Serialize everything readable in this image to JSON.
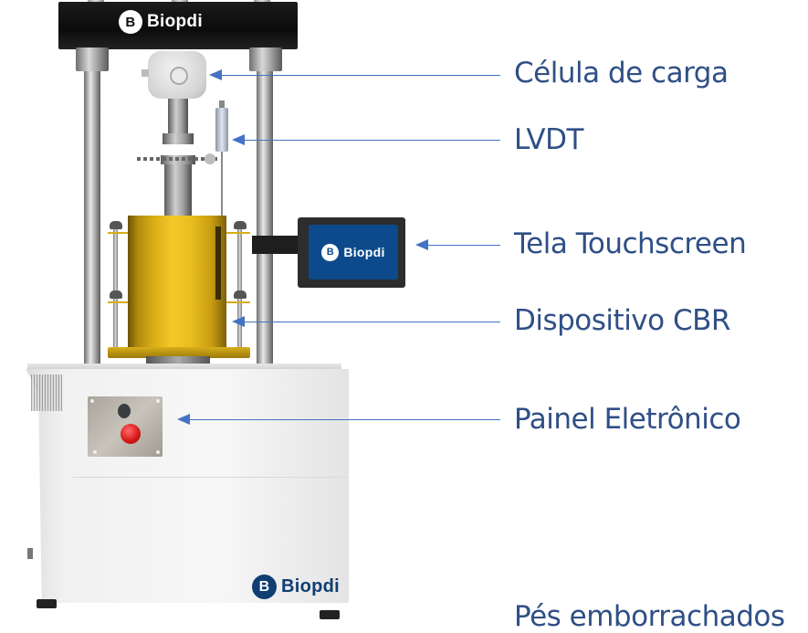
{
  "brand": {
    "name": "Biopdi",
    "mark_glyph": "B",
    "colors": {
      "brand_blue": "#0f3e73",
      "screen_blue": "#0d4a8c",
      "label_text": "#2f4f86",
      "arrow": "#4472c4",
      "mold_gold": "#e9bd1e",
      "estop_red": "#d41414"
    }
  },
  "machine": {
    "crossbar_logo": "Biopdi",
    "screen_logo": "Biopdi",
    "base_logo": "Biopdi"
  },
  "callouts": [
    {
      "id": "load-cell",
      "label": "Célula de carga"
    },
    {
      "id": "lvdt",
      "label": "LVDT"
    },
    {
      "id": "touchscreen",
      "label": "Tela Touchscreen"
    },
    {
      "id": "cbr-device",
      "label": "Dispositivo CBR"
    },
    {
      "id": "electronic-panel",
      "label": "Painel Eletrônico"
    },
    {
      "id": "rubber-feet",
      "label": "Pés emborrachados"
    }
  ]
}
